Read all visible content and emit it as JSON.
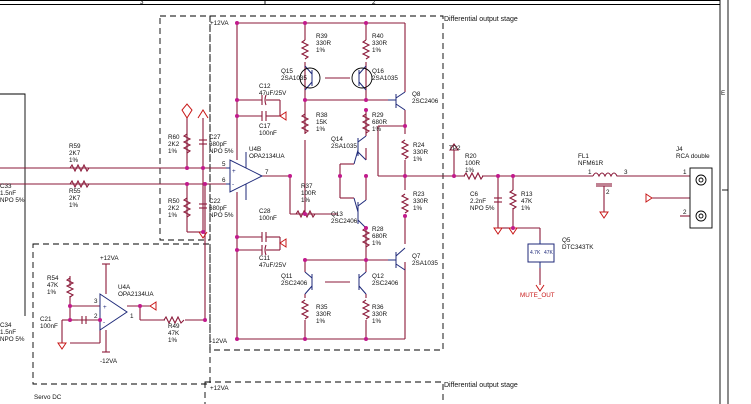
{
  "frame": {
    "col_left": "3",
    "col_right": "2",
    "row_marker": "E"
  },
  "boxes": {
    "diff_stage_title": "Differential output stage",
    "diff_stage_bottom_title": "Differential output stage",
    "servo_label": "Servo DC"
  },
  "rails": {
    "pos_top": "+12VA",
    "neg_top": "-12VA",
    "pos_servo": "+12VA",
    "neg_servo": "-12VA",
    "pos_bottom": "+12VA"
  },
  "testpoint": {
    "name": "TP2"
  },
  "components": [
    {
      "ref": "R59",
      "value": "2K7",
      "tol": "1%"
    },
    {
      "ref": "R55",
      "value": "2K7",
      "tol": "1%"
    },
    {
      "ref": "C33",
      "value": "1.5nF",
      "tol": "NPO 5%"
    },
    {
      "ref": "C34",
      "value": "1.5nF",
      "tol": "NPO 5%"
    },
    {
      "ref": "R60",
      "value": "2K2",
      "tol": "1%"
    },
    {
      "ref": "R50",
      "value": "2K2",
      "tol": "1%"
    },
    {
      "ref": "C27",
      "value": "680pF",
      "tol": "NPO 5%"
    },
    {
      "ref": "C22",
      "value": "680pF",
      "tol": "NPO 5%"
    },
    {
      "ref": "U4B",
      "value": "OPA2134UA",
      "tol": ""
    },
    {
      "ref": "C12",
      "value": "47uF/25V",
      "tol": ""
    },
    {
      "ref": "C17",
      "value": "100nF",
      "tol": ""
    },
    {
      "ref": "C28",
      "value": "100nF",
      "tol": ""
    },
    {
      "ref": "C11",
      "value": "47uF/25V",
      "tol": ""
    },
    {
      "ref": "R39",
      "value": "330R",
      "tol": "1%"
    },
    {
      "ref": "R40",
      "value": "330R",
      "tol": "1%"
    },
    {
      "ref": "Q15",
      "value": "2SA1035",
      "tol": ""
    },
    {
      "ref": "Q16",
      "value": "2SA1035",
      "tol": ""
    },
    {
      "ref": "R38",
      "value": "15K",
      "tol": "1%"
    },
    {
      "ref": "R29",
      "value": "680R",
      "tol": "1%"
    },
    {
      "ref": "Q14",
      "value": "2SA1035",
      "tol": ""
    },
    {
      "ref": "Q8",
      "value": "2SC2406",
      "tol": ""
    },
    {
      "ref": "R24",
      "value": "330R",
      "tol": "1%"
    },
    {
      "ref": "R37",
      "value": "100R",
      "tol": "1%"
    },
    {
      "ref": "R23",
      "value": "330R",
      "tol": "1%"
    },
    {
      "ref": "Q13",
      "value": "2SC2406",
      "tol": ""
    },
    {
      "ref": "R28",
      "value": "680R",
      "tol": "1%"
    },
    {
      "ref": "Q7",
      "value": "2SA1035",
      "tol": ""
    },
    {
      "ref": "Q11",
      "value": "2SC2406",
      "tol": ""
    },
    {
      "ref": "Q12",
      "value": "2SC2406",
      "tol": ""
    },
    {
      "ref": "R35",
      "value": "330R",
      "tol": "1%"
    },
    {
      "ref": "R36",
      "value": "330R",
      "tol": "1%"
    },
    {
      "ref": "R20",
      "value": "100R",
      "tol": "1%"
    },
    {
      "ref": "C6",
      "value": "2.2nF",
      "tol": "NPO 5%"
    },
    {
      "ref": "R13",
      "value": "47K",
      "tol": "1%"
    },
    {
      "ref": "Q5",
      "value": "DTC343TK",
      "tol": ""
    },
    {
      "ref": "FL1",
      "value": "NFM61R",
      "tol": ""
    },
    {
      "ref": "J4",
      "value": "RCA double",
      "tol": ""
    },
    {
      "ref": "U4A",
      "value": "OPA2134UA",
      "tol": ""
    },
    {
      "ref": "R54",
      "value": "47K",
      "tol": "1%"
    },
    {
      "ref": "C21",
      "value": "100nF",
      "tol": ""
    },
    {
      "ref": "R49",
      "value": "47K",
      "tol": "1%"
    }
  ],
  "q5_pins": {
    "r1": "4.7K",
    "r2": "47K"
  },
  "nets": {
    "mute": "MUTE_OUT"
  },
  "pins": {
    "u4b_in_p": "5",
    "u4b_in_n": "6",
    "u4b_out": "7",
    "u4a_in_p": "3",
    "u4a_in_n": "2",
    "u4a_out": "1",
    "fl1_in": "1",
    "fl1_out": "3",
    "fl1_gnd": "2",
    "j4_a": "1",
    "j4_b": "2"
  }
}
